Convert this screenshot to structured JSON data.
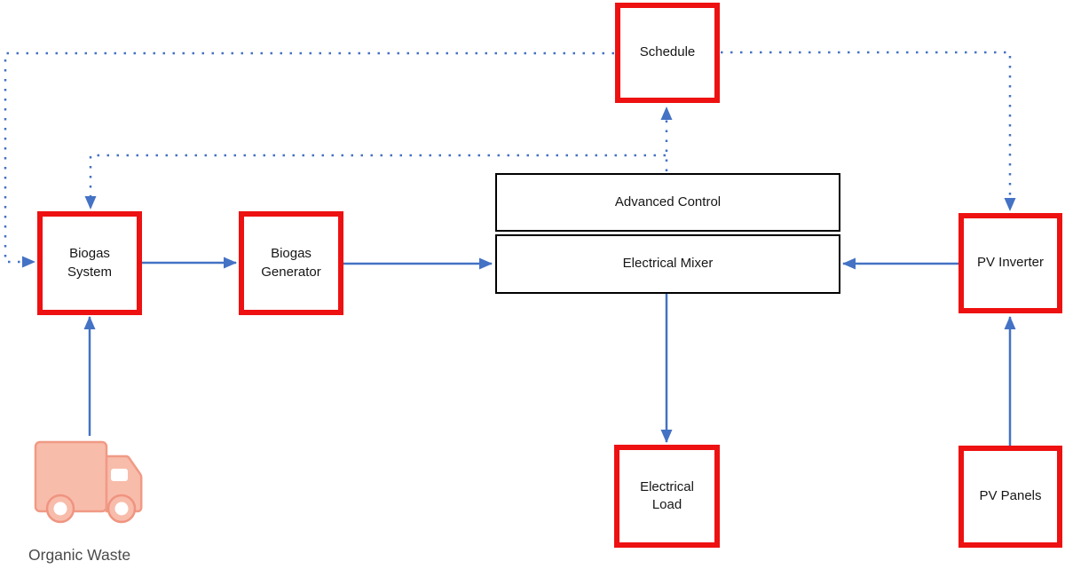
{
  "diagram": {
    "nodes": {
      "schedule": {
        "label": "Schedule"
      },
      "biogas_system": {
        "label": "Biogas System"
      },
      "biogas_generator": {
        "label": "Biogas Generator"
      },
      "advanced_control": {
        "label": "Advanced Control"
      },
      "electrical_mixer": {
        "label": "Electrical Mixer"
      },
      "electrical_load": {
        "label": "Electrical Load"
      },
      "pv_inverter": {
        "label": "PV Inverter"
      },
      "pv_panels": {
        "label": "PV Panels"
      },
      "organic_waste": {
        "label": "Organic Waste"
      }
    },
    "edges": [
      {
        "from": "organic_waste_truck",
        "to": "biogas_system",
        "style": "solid-arrow"
      },
      {
        "from": "biogas_system",
        "to": "biogas_generator",
        "style": "solid-arrow"
      },
      {
        "from": "biogas_generator",
        "to": "electrical_mixer",
        "style": "solid-arrow"
      },
      {
        "from": "pv_inverter",
        "to": "electrical_mixer",
        "style": "solid-arrow"
      },
      {
        "from": "electrical_mixer",
        "to": "electrical_load",
        "style": "solid-arrow"
      },
      {
        "from": "pv_panels",
        "to": "pv_inverter",
        "style": "solid-arrow"
      },
      {
        "from": "advanced_control",
        "to": "schedule",
        "style": "dotted-arrow"
      },
      {
        "from": "schedule",
        "to": "pv_inverter",
        "style": "dotted-arrow"
      },
      {
        "from": "schedule",
        "to": "biogas_system",
        "style": "dotted-arrow"
      },
      {
        "from": "advanced_control",
        "to": "biogas_system",
        "style": "dotted-arrow"
      }
    ],
    "colors": {
      "red_border": "#ee1111",
      "black_border": "#000000",
      "connector_blue": "#4472c4",
      "truck_fill": "#f8bcab",
      "truck_stroke": "#f09a85",
      "caption_gray": "#4a4a4a"
    }
  }
}
